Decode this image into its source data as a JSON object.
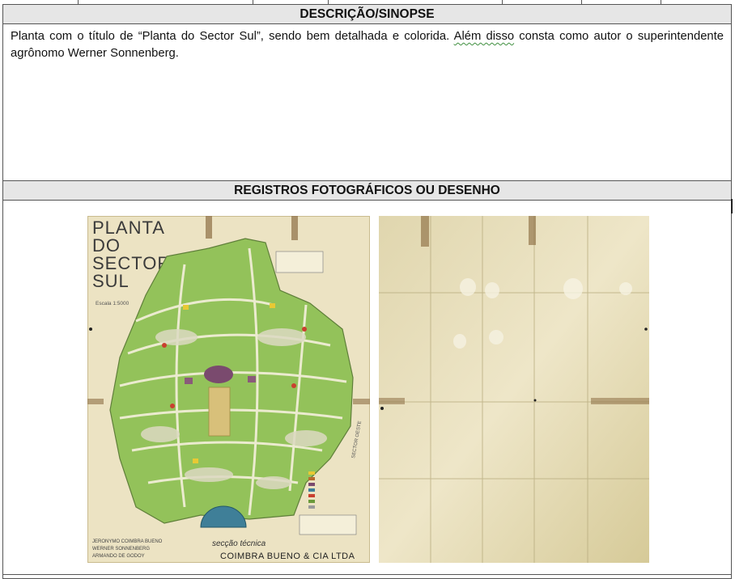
{
  "descricao": {
    "header": "DESCRIÇÃO/SINOPSE",
    "text_part1": "Planta com o título de “Planta do Sector Sul”, sendo bem detalhada e colorida. ",
    "text_flagged": "Além disso",
    "text_part2": " consta como autor o superintendente agrônomo Werner Sonnenberg."
  },
  "registros": {
    "header": "REGISTROS FOTOGRÁFICOS OU DESENHO",
    "map_photo": {
      "title_lines": [
        "PLANTA",
        "DO",
        "SECTOR",
        "SUL"
      ],
      "scale": "Escala 1:5000",
      "credits": [
        "JERONYMO COIMBRA BUENO",
        "WERNER SONNENBERG",
        "ARMANDO DE GODOY"
      ],
      "firm_line1": "secção técnica",
      "firm_line2": "COIMBRA BUENO & CIA LTDA",
      "side_label": "SECTOR OESTE"
    }
  },
  "colors": {
    "header_bg": "#e6e6e6",
    "paper": "#efe6c4",
    "park_green": "#8fbf55",
    "civic_purple": "#7a4a6e",
    "stadium_blue": "#3f7f98"
  }
}
